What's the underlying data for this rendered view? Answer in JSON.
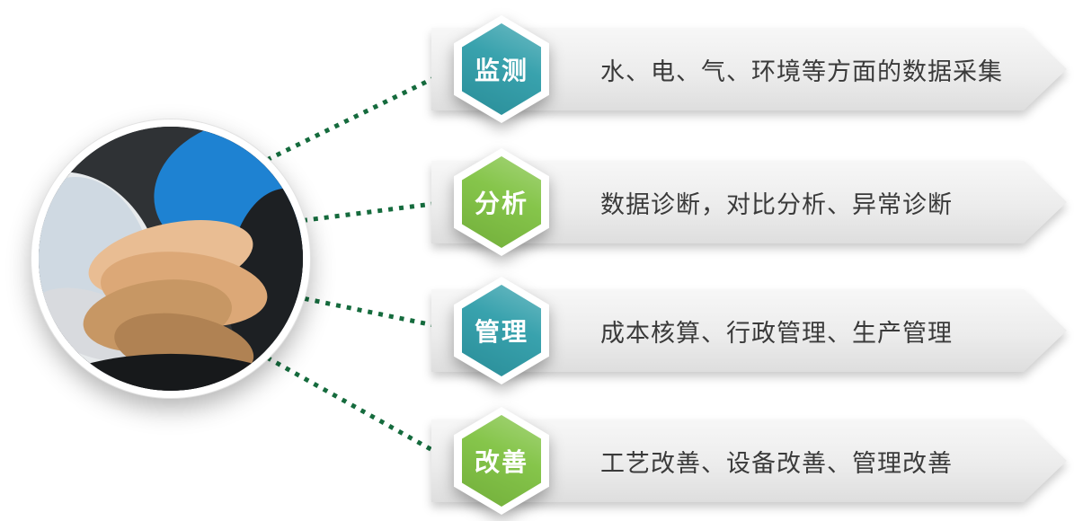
{
  "rows": [
    {
      "badge": "监测",
      "badge_color": "#2E9DA9",
      "description": "水、电、气、环境等方面的数据采集"
    },
    {
      "badge": "分析",
      "badge_color": "#7FC241",
      "description": "数据诊断，对比分析、异常诊断"
    },
    {
      "badge": "管理",
      "badge_color": "#2E9DA9",
      "description": "成本核算、行政管理、生产管理"
    },
    {
      "badge": "改善",
      "badge_color": "#7FC241",
      "description": "工艺改善、设备改善、管理改善"
    }
  ],
  "colors": {
    "connector_green": "#156B3D",
    "teal": "#2E9DA9",
    "green": "#7FC241",
    "banner_light": "#f7f7f7",
    "banner_dark": "#dedede",
    "text_dark": "#3a3a3a"
  }
}
